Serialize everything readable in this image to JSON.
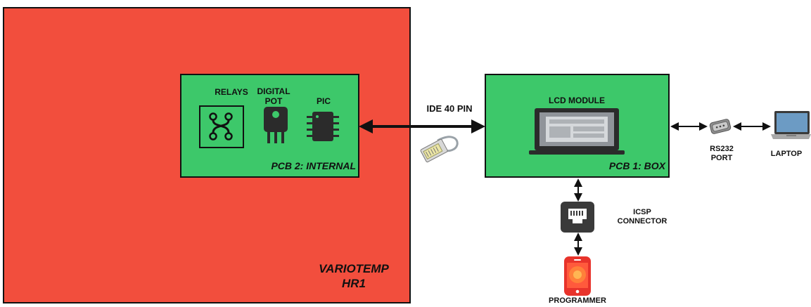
{
  "variotemp": {
    "line1": "VARIOTEMP",
    "line2": "HR1"
  },
  "pcb2": {
    "title": "PCB 2: INTERNAL",
    "relays_label": "RELAYS",
    "digital_pot_line1": "DIGITAL",
    "digital_pot_line2": "POT",
    "pic_label": "PIC"
  },
  "cable": {
    "label": "IDE 40 PIN"
  },
  "pcb1": {
    "title": "PCB 1: BOX",
    "lcd_label": "LCD MODULE"
  },
  "rs232": {
    "line1": "RS232",
    "line2": "PORT"
  },
  "laptop": {
    "label": "LAPTOP"
  },
  "icsp": {
    "line1": "ICSP",
    "line2": "CONNECTOR"
  },
  "programmer": {
    "label": "PROGRAMMER"
  },
  "colors": {
    "outer_box": "#f24e3d",
    "pcb": "#3dc86a",
    "programmer": "#e8332b",
    "icon_dark": "#2b2b2b"
  },
  "icons": [
    "relay-icon",
    "digital-pot-icon",
    "pic-chip-icon",
    "ide-plug-icon",
    "lcd-module-icon",
    "rs232-connector-icon",
    "laptop-icon",
    "icsp-connector-icon",
    "programmer-phone-icon"
  ]
}
